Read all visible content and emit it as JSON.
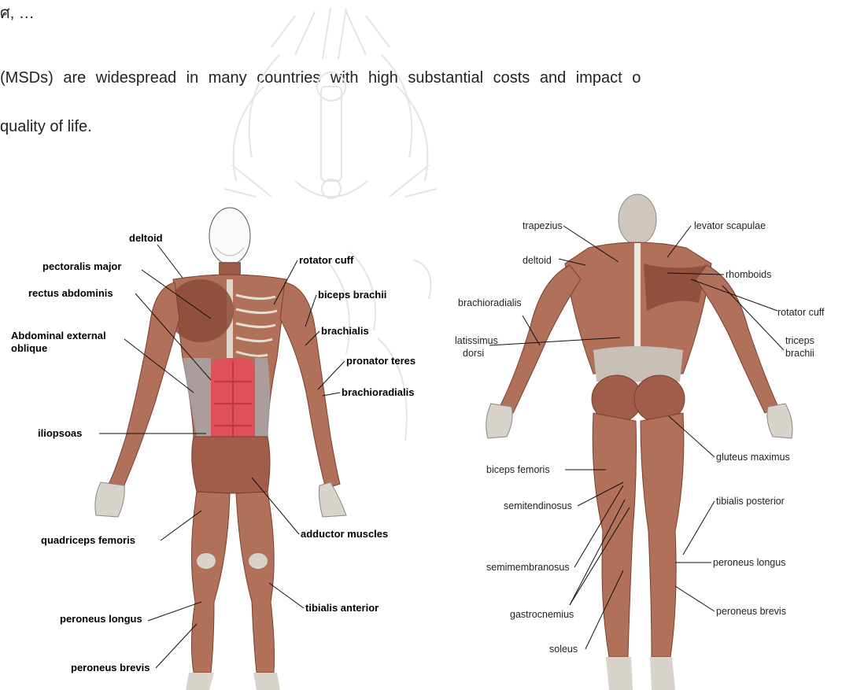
{
  "text": {
    "line1": "ศ, …",
    "line2": "(MSDs) are widespread in many countries with high substantial costs and impact o",
    "line3": "quality of life."
  },
  "front_figure": {
    "labels": {
      "deltoid": "deltoid",
      "pectoralis_major": "pectoralis major",
      "rectus_abdominis": "rectus abdominis",
      "abdominal_external": "Abdominal external",
      "oblique": "oblique",
      "iliopsoas": "iliopsoas",
      "quadriceps_femoris": "quadriceps femoris",
      "peroneus_longus": "peroneus longus",
      "peroneus_brevis": "peroneus brevis",
      "rotator_cuff": "rotator cuff",
      "biceps_brachii": "biceps brachii",
      "brachialis": "brachialis",
      "pronator_teres": "pronator teres",
      "brachioradialis": "brachioradialis",
      "adductor_muscles": "adductor muscles",
      "tibialis_anterior": "tibialis anterior"
    }
  },
  "back_figure": {
    "labels": {
      "trapezius": "trapezius",
      "levator_scapulae": "levator scapulae",
      "deltoid": "deltoid",
      "rhomboids": "rhomboids",
      "brachioradialis": "brachioradialis",
      "rotator_cuff": "rotator cuff",
      "latissimus": "latissimus",
      "dorsi": "dorsi",
      "triceps": "triceps",
      "brachii": "brachii",
      "gluteus_maximus": "gluteus maximus",
      "biceps_femoris": "biceps femoris",
      "semitendinosus": "semitendinosus",
      "tibialis_posterior": "tibialis posterior",
      "semimembranosus": "semimembranosus",
      "peroneus_longus": "peroneus longus",
      "gastrocnemius": "gastrocnemius",
      "peroneus_brevis": "peroneus brevis",
      "soleus": "soleus"
    }
  },
  "colors": {
    "muscle": "#b0705a",
    "muscle_dark": "#8a4a38",
    "abdominal": "#e0505a",
    "bone": "#d8d4cc",
    "watermark": "#e6e6e6"
  }
}
